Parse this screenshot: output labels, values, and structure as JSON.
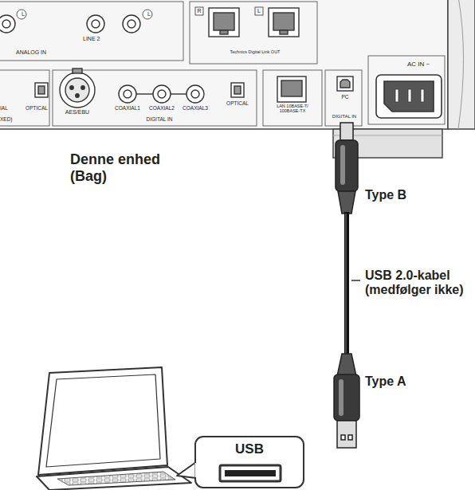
{
  "diagram": {
    "nodes": [
      {
        "text": [
          "USB"
        ]
      }
    ],
    "labels": [
      "L",
      "LINE 2",
      "L",
      "ANALOG IN",
      "R",
      "L",
      "Technics Digital Link OUT",
      "AC IN ~",
      "IAL",
      "OPTICAL",
      "XED)",
      "AES/EBU",
      "COAXIAL1",
      "COAXIAL2",
      "COAXIAL3",
      "OPTICAL",
      "DIGITAL IN",
      "LAN 10BASE-T/ 100BASE-TX",
      "PC",
      "DIGITAL IN",
      "Denne enhed (Bag)",
      "Type B",
      "USB 2.0-kabel (medfølger ikke)",
      "Type A"
    ]
  }
}
